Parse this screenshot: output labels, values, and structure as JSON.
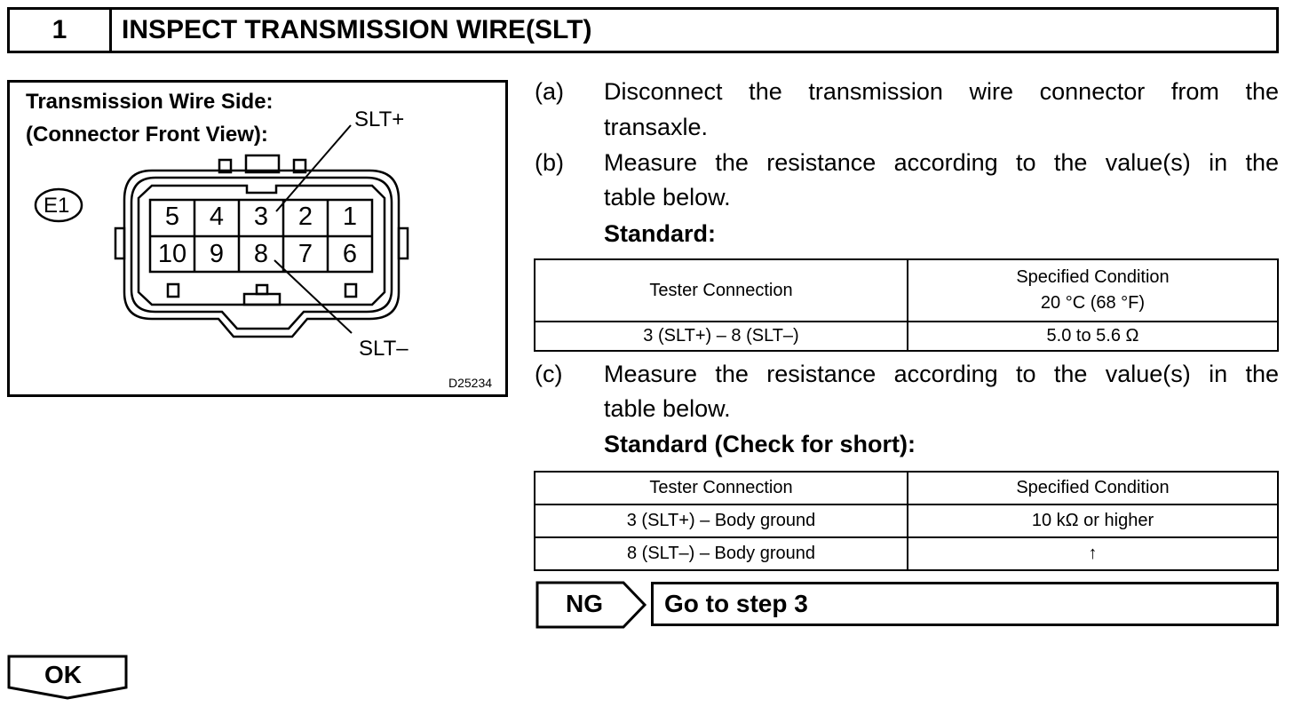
{
  "header": {
    "step_number": "1",
    "title": "INSPECT TRANSMISSION WIRE(SLT)"
  },
  "figure": {
    "title_line1": "Transmission Wire Side:",
    "title_line2": "(Connector Front View):",
    "connector_id": "E1",
    "pins_top": [
      "5",
      "4",
      "3",
      "2",
      "1"
    ],
    "pins_bottom": [
      "10",
      "9",
      "8",
      "7",
      "6"
    ],
    "label_plus": "SLT+",
    "label_minus": "SLT–",
    "figure_code": "D25234"
  },
  "steps": {
    "a": {
      "letter": "(a)",
      "line1": "Disconnect the transmission wire connector from the",
      "line2": "transaxle."
    },
    "b": {
      "letter": "(b)",
      "line1": "Measure the resistance according to the value(s) in the",
      "line2": "table below.",
      "standard": "Standard:"
    },
    "c": {
      "letter": "(c)",
      "line1": "Measure the resistance according to the value(s) in the",
      "line2": "table below.",
      "standard": "Standard (Check for short):"
    }
  },
  "table1": {
    "col1_header": "Tester Connection",
    "col2_header_line1": "Specified Condition",
    "col2_header_line2": "20 °C (68 °F)",
    "rows": [
      {
        "connection": "3 (SLT+) – 8 (SLT–)",
        "condition": "5.0 to 5.6 Ω"
      }
    ]
  },
  "table2": {
    "col1_header": "Tester Connection",
    "col2_header": "Specified Condition",
    "rows": [
      {
        "connection": "3 (SLT+) – Body ground",
        "condition": "10 kΩ or higher"
      },
      {
        "connection": "8 (SLT–) – Body ground",
        "condition": "↑"
      }
    ]
  },
  "ng": {
    "label": "NG",
    "action": "Go to step 3"
  },
  "ok": {
    "label": "OK"
  }
}
